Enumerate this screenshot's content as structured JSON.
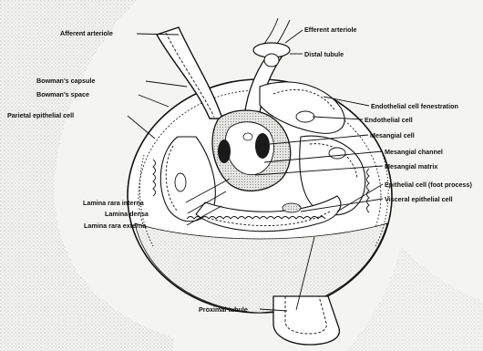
{
  "figure": {
    "colors": {
      "ink": "#111111",
      "paper": "#f4f4f2",
      "stipple": "#bdbdbd",
      "dark": "#1a1a1a"
    },
    "labels": {
      "afferent_arteriole": "Afferent arteriole",
      "efferent_arteriole": "Efferent arteriole",
      "distal_tubule": "Distal tubule",
      "bowmans_capsule": "Bowman's capsule",
      "bowmans_space": "Bowman's space",
      "parietal_epithelial_cell": "Parietal epithelial cell",
      "endothelial_cell_fenestration": "Endothelial cell fenestration",
      "endothelial_cell": "Endothelial cell",
      "mesangial_cell": "Mesangial cell",
      "mesangial_channel": "Mesangial channel",
      "mesangial_matrix": "Mesangial matrix",
      "lamina_rara_interna": "Lamina rara interna",
      "lamina_densa": "Lamina densa",
      "lamina_rara_externa": "Lamina rara externa",
      "epithelial_cell_foot_process": "Epithelial cell (foot process)",
      "visceral_epithelial_cell": "Visceral epithelial cell",
      "proximal_tubule": "Proximal tubule"
    }
  }
}
